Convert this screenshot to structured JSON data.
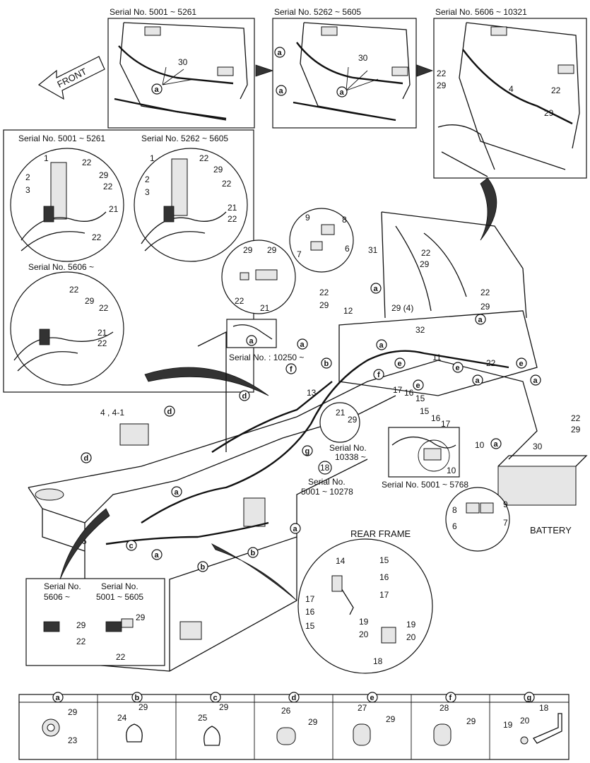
{
  "top_panels": [
    {
      "serial": "Serial No. 5001 ~ 5261",
      "labels": [
        "30",
        "a"
      ]
    },
    {
      "serial": "Serial No. 5262 ~ 5605",
      "labels": [
        "a",
        "30",
        "a",
        "a"
      ]
    },
    {
      "serial": "Serial No. 5606 ~ 10321",
      "labels": [
        "22",
        "29",
        "4",
        "22",
        "29"
      ]
    }
  ],
  "front_label": "FRONT",
  "left_box": {
    "detail1_serial": "Serial No. 5001 ~ 5261",
    "detail1_labels": [
      "1",
      "22",
      "2",
      "3",
      "29",
      "22",
      "21",
      "22"
    ],
    "detail2_serial": "Serial No. 5262 ~ 5605",
    "detail2_labels": [
      "22",
      "1",
      "29",
      "2",
      "3",
      "22",
      "21",
      "22"
    ],
    "detail3_serial": "Serial No. 5606 ~",
    "detail3_labels": [
      "22",
      "29",
      "22",
      "21",
      "22"
    ]
  },
  "callouts": {
    "c29a": "29",
    "c29b": "29",
    "c22a": "22",
    "c21a": "21",
    "c9": "9",
    "c8": "8",
    "c7": "7",
    "c6": "6",
    "c31": "31",
    "c22b": "22",
    "c29c": "29",
    "c22c": "22",
    "c29d": "29",
    "c22d": "22",
    "c29e": "29",
    "c12": "12",
    "c29_4": "29 (4)",
    "c32": "32",
    "c11": "11",
    "c22e": "22",
    "c13": "13",
    "c17a": "17",
    "c16a": "16",
    "c15a": "15",
    "c15b": "15",
    "c16b": "16",
    "c17b": "17",
    "c21b": "21",
    "c29f": "29",
    "c10a": "10",
    "c10b": "10",
    "c30": "30",
    "c22f": "22",
    "c29g": "29",
    "c4_41": "4 , 4-1",
    "c5": "5",
    "c18": "18"
  },
  "serial_notes": {
    "s10250": "Serial No. : 10250 ~",
    "s10338_a": "Serial No.",
    "s10338_b": "10338 ~",
    "s10278_a": "Serial No.",
    "s10278_b": "5001 ~ 10278",
    "s5768": "Serial No. 5001 ~ 5768"
  },
  "letter_marks": [
    "a",
    "b",
    "c",
    "d",
    "e",
    "f",
    "g"
  ],
  "battery": {
    "label": "BATTERY",
    "labels": [
      "8",
      "9",
      "6",
      "7"
    ]
  },
  "rear_frame": {
    "title": "REAR FRAME",
    "labels": [
      "14",
      "15",
      "16",
      "17",
      "17",
      "16",
      "15",
      "19",
      "19",
      "20",
      "20",
      "18"
    ]
  },
  "bottom_left_box": {
    "serial1_a": "Serial No.",
    "serial1_b": "5606 ~",
    "serial2_a": "Serial No.",
    "serial2_b": "5001 ~ 5605",
    "labels": [
      "29",
      "22",
      "29",
      "22"
    ]
  },
  "legend": [
    {
      "key": "a",
      "parts": [
        "29",
        "23"
      ]
    },
    {
      "key": "b",
      "parts": [
        "29",
        "24"
      ]
    },
    {
      "key": "c",
      "parts": [
        "29",
        "25"
      ]
    },
    {
      "key": "d",
      "parts": [
        "26",
        "29"
      ]
    },
    {
      "key": "e",
      "parts": [
        "27",
        "29"
      ]
    },
    {
      "key": "f",
      "parts": [
        "28",
        "29"
      ]
    },
    {
      "key": "g",
      "parts": [
        "18",
        "19",
        "20"
      ]
    }
  ]
}
